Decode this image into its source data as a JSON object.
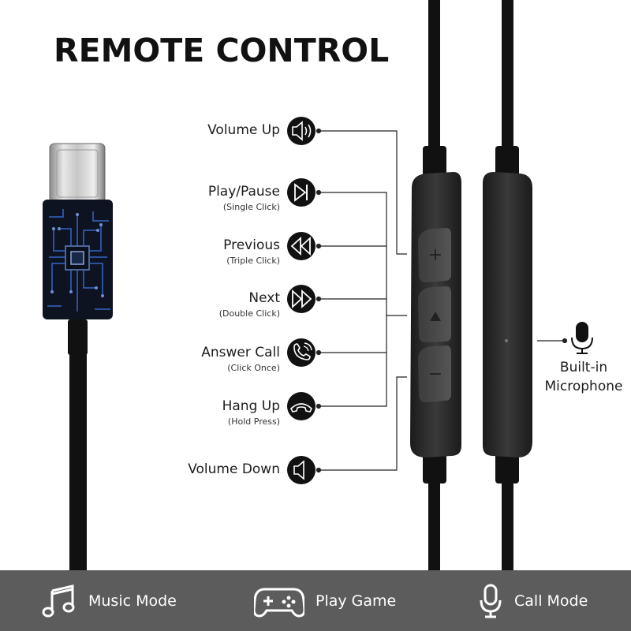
{
  "title": "REMOTE CONTROL",
  "functions": [
    {
      "label": "Volume Up",
      "sub": "",
      "icon": "volume-up-icon"
    },
    {
      "label": "Play/Pause",
      "sub": "(Single Click)",
      "icon": "play-pause-icon"
    },
    {
      "label": "Previous",
      "sub": "(Triple Click)",
      "icon": "previous-icon"
    },
    {
      "label": "Next",
      "sub": "(Double Click)",
      "icon": "next-icon"
    },
    {
      "label": "Answer Call",
      "sub": "(Click Once)",
      "icon": "answer-call-icon"
    },
    {
      "label": "Hang Up",
      "sub": "(Hold Press)",
      "icon": "hang-up-icon"
    },
    {
      "label": "Volume Down",
      "sub": "",
      "icon": "volume-down-icon"
    }
  ],
  "microphone": {
    "line1": "Built-in",
    "line2": "Microphone",
    "icon": "microphone-icon"
  },
  "remote_buttons": {
    "plus": "+",
    "play": "play-icon",
    "minus": "−"
  },
  "footer": {
    "items": [
      {
        "label": "Music Mode",
        "icon": "music-note-icon"
      },
      {
        "label": "Play Game",
        "icon": "gamepad-icon"
      },
      {
        "label": "Call Mode",
        "icon": "microphone-icon"
      }
    ]
  },
  "colors": {
    "footer": "#5c5c5c",
    "cable": "#111111",
    "remote": "#2a2a2a",
    "connector_accent": "#3a6fd8"
  }
}
